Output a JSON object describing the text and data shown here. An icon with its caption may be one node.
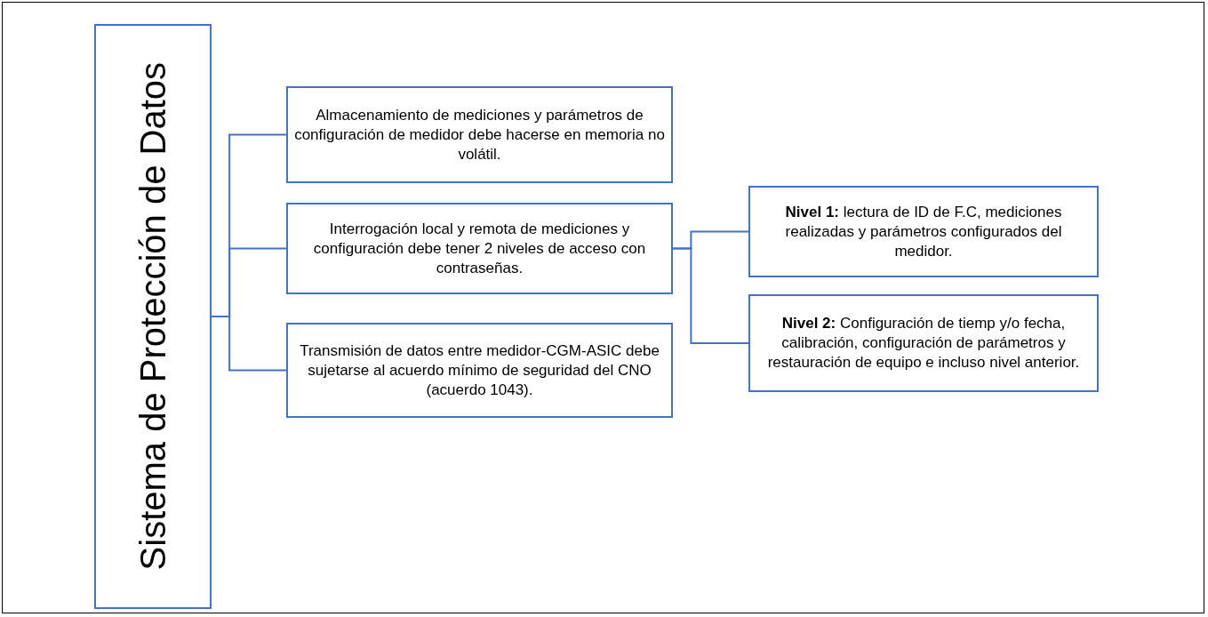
{
  "diagram": {
    "nodes": [
      {
        "text": [
          "Sistema de Protección de Datos"
        ]
      },
      {
        "text": [
          "Almacenamiento de mediciones y parámetros de configuración de medidor debe hacerse en memoria no volátil."
        ]
      },
      {
        "text": [
          "Interrogación local y remota de mediciones y configuración debe tener 2 niveles de acceso con contraseñas."
        ]
      },
      {
        "text": [
          "Transmisión de datos entre medidor-CGM-ASIC debe sujetarse al acuerdo mínimo de seguridad del CNO (acuerdo 1043)."
        ]
      },
      {
        "text": [
          "**Nivel 1:**  lectura de ID de F.C, mediciones realizadas  y parámetros configurados del medidor."
        ]
      },
      {
        "text": [
          "**Nivel 2:** Configuración de tiemp y/o fecha, calibración, configuración de parámetros y restauración de equipo e incluso nivel anterior."
        ]
      }
    ],
    "edges": [
      {
        "from": 0,
        "to": 1,
        "arrow": "none"
      },
      {
        "from": 0,
        "to": 2,
        "arrow": "none"
      },
      {
        "from": 0,
        "to": 3,
        "arrow": "none"
      },
      {
        "from": 2,
        "to": 4,
        "arrow": "none"
      },
      {
        "from": 2,
        "to": 5,
        "arrow": "none"
      }
    ]
  }
}
